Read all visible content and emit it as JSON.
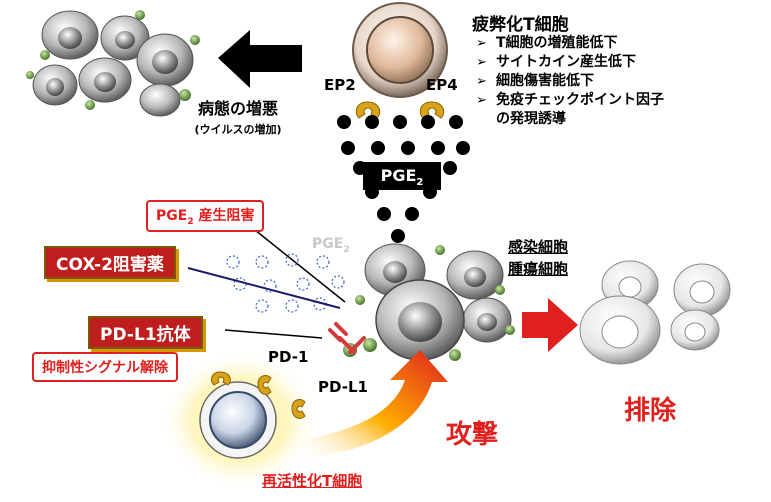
{
  "exhausted": {
    "title": "疲弊化T細胞",
    "items": [
      "T細胞の増殖能低下",
      "サイトカイン産生低下",
      "細胞傷害能低下",
      "免疫チェックポイント因子",
      "の発現誘導"
    ]
  },
  "receptors": {
    "ep2": "EP2",
    "ep4": "EP4"
  },
  "pge2_box": {
    "main": "PGE",
    "sub": "2"
  },
  "pathology": {
    "title": "病態の増悪",
    "sub": "(ウイルスの増加)"
  },
  "pge2_block": {
    "main": "PGE",
    "sub": "2",
    "suffix": " 産生阻害"
  },
  "pge2_faded": {
    "main": "PGE",
    "sub": "2"
  },
  "cox2": "COX-2阻害薬",
  "pdl1_ab": "PD-L1抗体",
  "pd1": "PD-1",
  "pdl1": "PD-L1",
  "inhibit_release": "抑制性シグナル解除",
  "target": {
    "line1": "感染細胞",
    "line2": "腫瘍細胞"
  },
  "attack": "攻撃",
  "eliminate": "排除",
  "reactivated": "再活性化T細胞",
  "colors": {
    "red": "#e0201e",
    "dark_red": "#bf1e1e",
    "black": "#000000",
    "blue": "#3a66c8"
  }
}
